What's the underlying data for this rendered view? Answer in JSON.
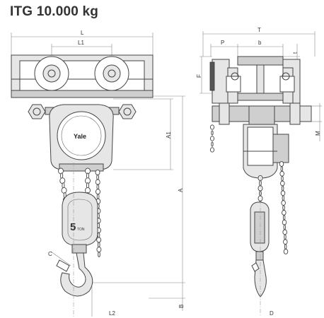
{
  "title": "ITG 10.000 kg",
  "dimensions": {
    "L": "L",
    "L1": "L1",
    "A1": "A1",
    "A": "A",
    "B": "B",
    "L2": "L2",
    "C": "C",
    "T": "T",
    "P": "P",
    "b": "b",
    "t": "t",
    "F": "F",
    "M": "M",
    "D": "D"
  },
  "hoist": {
    "brand": "Yale",
    "capacity_number": "5",
    "capacity_unit": "TON"
  }
}
